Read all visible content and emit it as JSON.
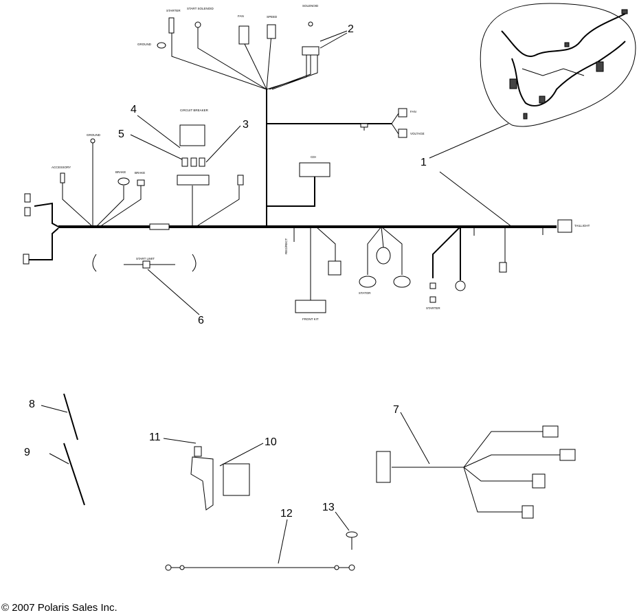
{
  "callouts": [
    "1",
    "2",
    "3",
    "4",
    "5",
    "6",
    "7",
    "8",
    "9",
    "10",
    "11",
    "12",
    "13"
  ],
  "labels": {
    "header_circuit_breaker": "CIRCUIT BREAKER",
    "start_solenoid": "START SOLENOID",
    "solenoid": "SOLENOID",
    "ground": "GROUND",
    "accessory": "ACCESSORY",
    "brake": "BRAKE",
    "cdi": "CDI",
    "reg_rect": "REG/RECT",
    "stator": "STATOR",
    "starter": "STARTER",
    "taillight": "TAILLIGHT",
    "front_kit": "FRONT KIT",
    "start_limit": "START LIMIT"
  },
  "copyright": "© 2007 Polaris Sales Inc."
}
